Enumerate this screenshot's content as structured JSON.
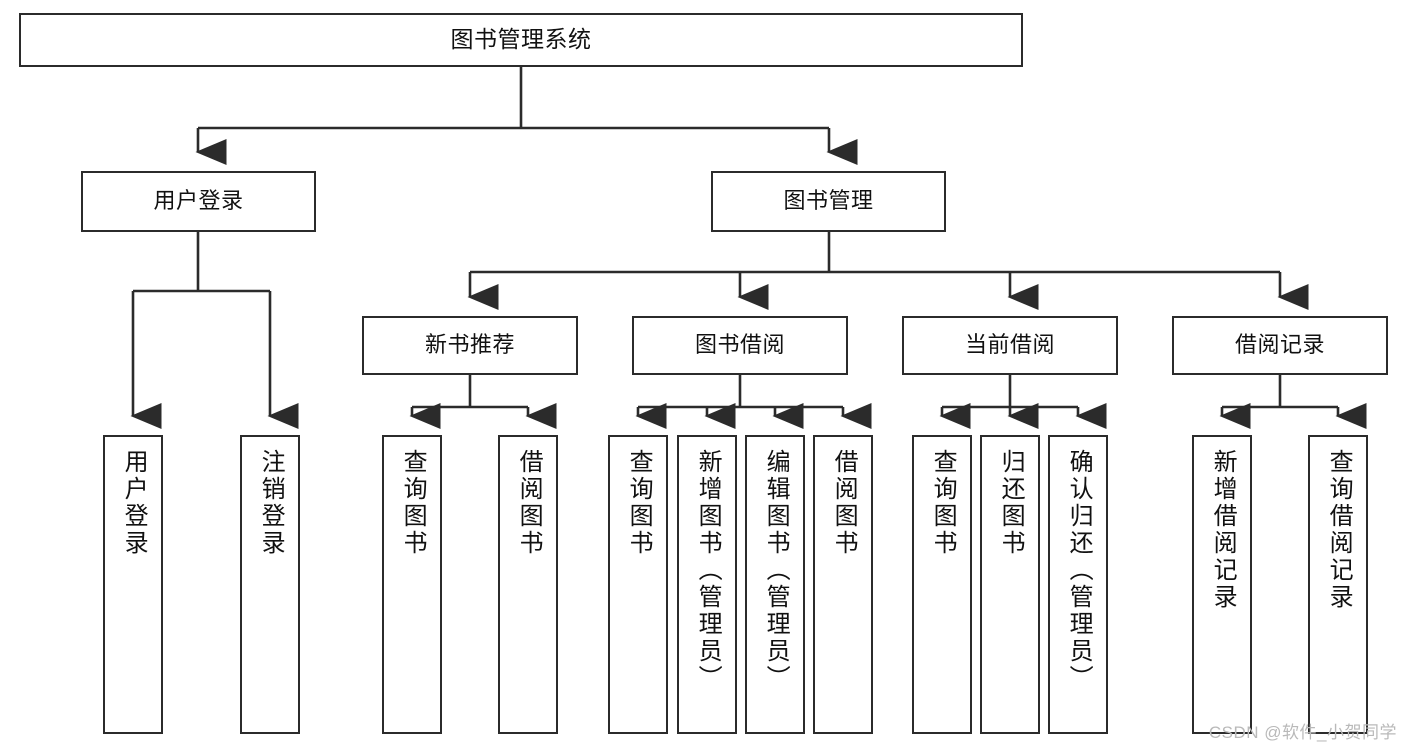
{
  "diagram": {
    "title": "图书管理系统",
    "type": "tree-hierarchy-chart",
    "watermark": "CSDN @软件_小贺同学",
    "colors": {
      "background": "#ffffff",
      "border": "#2b2b2b",
      "text": "#111111",
      "connector": "#2b2b2b",
      "watermark": "#b9b9b9"
    }
  },
  "nodes": {
    "root": {
      "label": "图书管理系统"
    },
    "level2": [
      {
        "id": "user-login",
        "label": "用户登录"
      },
      {
        "id": "book-manage",
        "label": "图书管理"
      }
    ],
    "level3": [
      {
        "id": "new-book-recommend",
        "label": "新书推荐"
      },
      {
        "id": "book-borrow",
        "label": "图书借阅"
      },
      {
        "id": "current-borrow",
        "label": "当前借阅"
      },
      {
        "id": "borrow-record",
        "label": "借阅记录"
      }
    ],
    "leaves": {
      "user_login": [
        {
          "id": "leaf-user-login",
          "label": "用户登录"
        },
        {
          "id": "leaf-logout-login",
          "label": "注销登录"
        }
      ],
      "new_book_recommend": [
        {
          "id": "leaf-query-book-1",
          "label": "查询图书"
        },
        {
          "id": "leaf-borrow-book-1",
          "label": "借阅图书"
        }
      ],
      "book_borrow": [
        {
          "id": "leaf-query-book-2",
          "label": "查询图书"
        },
        {
          "id": "leaf-add-book",
          "label": "新增图书（管理员）"
        },
        {
          "id": "leaf-edit-book",
          "label": "编辑图书（管理员）"
        },
        {
          "id": "leaf-borrow-book-2",
          "label": "借阅图书"
        }
      ],
      "current_borrow": [
        {
          "id": "leaf-query-book-3",
          "label": "查询图书"
        },
        {
          "id": "leaf-return-book",
          "label": "归还图书"
        },
        {
          "id": "leaf-confirm-return",
          "label": "确认归还（管理员）"
        }
      ],
      "borrow_record": [
        {
          "id": "leaf-add-record",
          "label": "新增借阅记录"
        },
        {
          "id": "leaf-query-record",
          "label": "查询借阅记录"
        }
      ]
    }
  }
}
